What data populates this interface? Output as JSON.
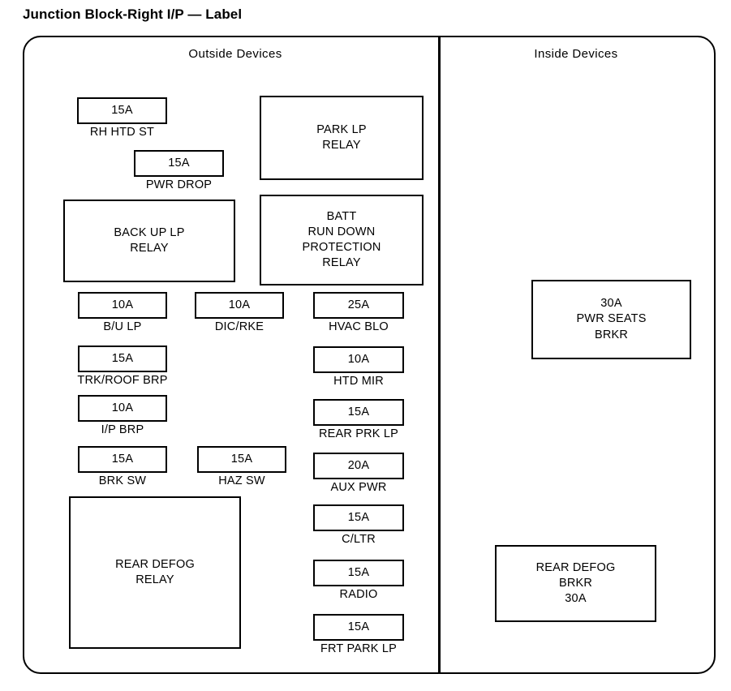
{
  "title": "Junction Block-Right I/P — Label",
  "panels": {
    "outside": {
      "heading": "Outside  Devices"
    },
    "inside": {
      "heading": "Inside  Devices"
    }
  },
  "devices": {
    "outside": [
      {
        "name": "rh-htd-st",
        "value": "15A",
        "caption": "RH HTD ST",
        "kind": "fuse"
      },
      {
        "name": "pwr-drop",
        "value": "15A",
        "caption": "PWR DROP",
        "kind": "fuse"
      },
      {
        "name": "back-up-lp-relay",
        "value": "BACK UP LP\nRELAY",
        "caption": "",
        "kind": "relay"
      },
      {
        "name": "park-lp-relay",
        "value": "PARK LP\nRELAY",
        "caption": "",
        "kind": "relay"
      },
      {
        "name": "batt-run-down-protection-relay",
        "value": "BATT\nRUN DOWN\nPROTECTION\nRELAY",
        "caption": "",
        "kind": "relay"
      },
      {
        "name": "b-u-lp",
        "value": "10A",
        "caption": "B/U LP",
        "kind": "fuse"
      },
      {
        "name": "dic-rke",
        "value": "10A",
        "caption": "DIC/RKE",
        "kind": "fuse"
      },
      {
        "name": "hvac-blo",
        "value": "25A",
        "caption": "HVAC BLO",
        "kind": "fuse"
      },
      {
        "name": "trk-roof-brp",
        "value": "15A",
        "caption": "TRK/ROOF BRP",
        "kind": "fuse"
      },
      {
        "name": "htd-mir",
        "value": "10A",
        "caption": "HTD MIR",
        "kind": "fuse"
      },
      {
        "name": "i-p-brp",
        "value": "10A",
        "caption": "I/P BRP",
        "kind": "fuse"
      },
      {
        "name": "rear-prk-lp",
        "value": "15A",
        "caption": "REAR PRK LP",
        "kind": "fuse"
      },
      {
        "name": "brk-sw",
        "value": "15A",
        "caption": "BRK SW",
        "kind": "fuse"
      },
      {
        "name": "haz-sw",
        "value": "15A",
        "caption": "HAZ SW",
        "kind": "fuse"
      },
      {
        "name": "aux-pwr",
        "value": "20A",
        "caption": "AUX PWR",
        "kind": "fuse"
      },
      {
        "name": "c-ltr",
        "value": "15A",
        "caption": "C/LTR",
        "kind": "fuse"
      },
      {
        "name": "rear-defog-relay",
        "value": "REAR DEFOG\nRELAY",
        "caption": "",
        "kind": "relay"
      },
      {
        "name": "radio",
        "value": "15A",
        "caption": "RADIO",
        "kind": "fuse"
      },
      {
        "name": "frt-park-lp",
        "value": "15A",
        "caption": "FRT PARK LP",
        "kind": "fuse"
      }
    ],
    "inside": [
      {
        "name": "pwr-seats-brkr",
        "value": "30A\nPWR SEATS\nBRKR",
        "caption": "",
        "kind": "breaker"
      },
      {
        "name": "rear-defog-brkr",
        "value": "REAR DEFOG\nBRKR\n30A",
        "caption": "",
        "kind": "breaker"
      }
    ]
  }
}
